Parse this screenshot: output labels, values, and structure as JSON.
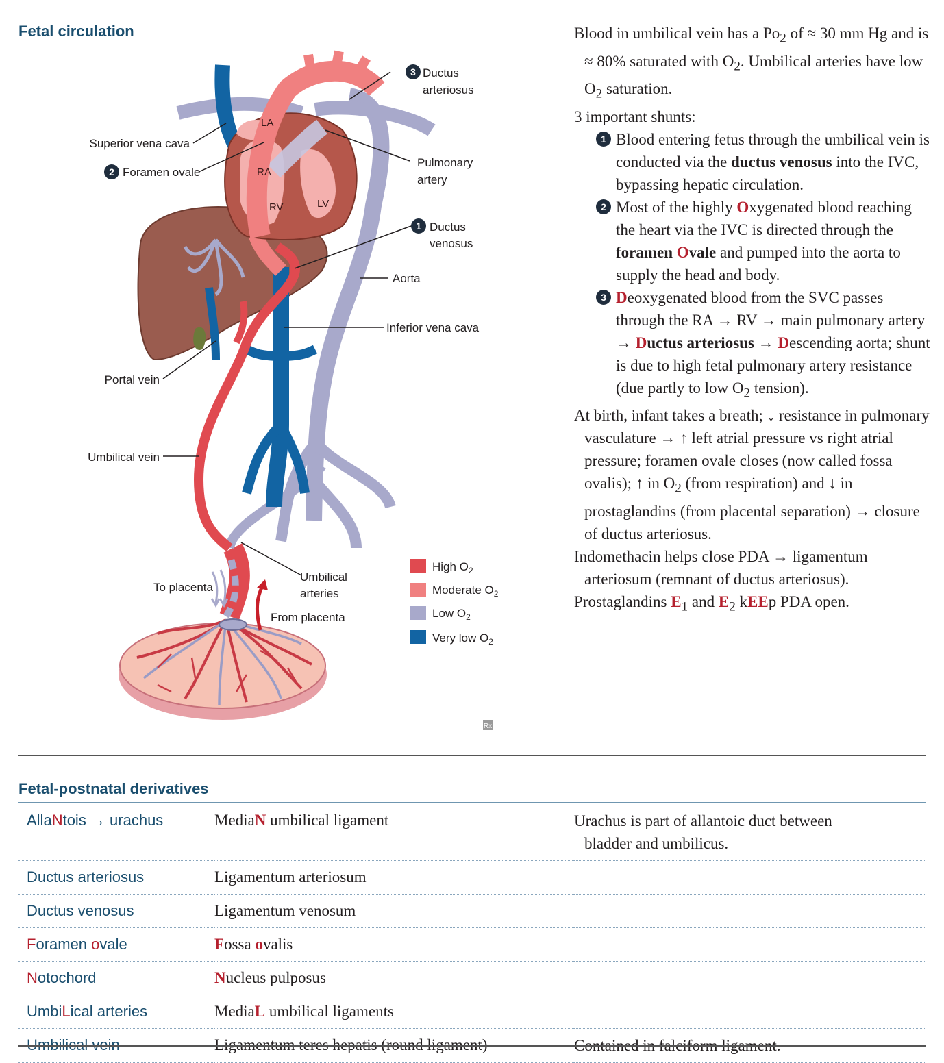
{
  "section1": {
    "title": "Fetal circulation"
  },
  "diagram": {
    "labels": {
      "svc": "Superior vena cava",
      "fo": "Foramen ovale",
      "fo_num": "2",
      "la": "LA",
      "ra": "RA",
      "rv": "RV",
      "lv": "LV",
      "da": [
        "Ductus",
        "arteriosus"
      ],
      "da_num": "3",
      "pa": [
        "Pulmonary",
        "artery"
      ],
      "dv": [
        "Ductus",
        "venosus"
      ],
      "dv_num": "1",
      "aorta": "Aorta",
      "ivc": "Inferior vena cava",
      "portal": "Portal vein",
      "umbvein": "Umbilical vein",
      "umbart": [
        "Umbilical",
        "arteries"
      ],
      "to_placenta": "To placenta",
      "from_placenta": "From placenta",
      "rx": "Rx"
    },
    "legend": [
      {
        "label": "High O",
        "sub": "2",
        "color": "#e04a50"
      },
      {
        "label": "Moderate O",
        "sub": "2",
        "color": "#f08080"
      },
      {
        "label": "Low O",
        "sub": "2",
        "color": "#a8a9cb"
      },
      {
        "label": "Very low O",
        "sub": "2",
        "color": "#1264a3"
      }
    ]
  },
  "notes": {
    "p1": [
      "Blood in umbilical vein has a Po",
      "2",
      " of ≈ 30 mm Hg and is ≈ 80% saturated with O",
      "2",
      ". Umbilical arteries have low O",
      "2",
      " saturation."
    ],
    "p2": "3 important shunts:",
    "s1": {
      "num": "1",
      "a": "Blood entering fetus through the umbilical vein is conducted via the ",
      "b": "ductus venosus",
      "c": " into the IVC, bypassing hepatic circulation."
    },
    "s2": {
      "num": "2",
      "a": "Most of the highly ",
      "o1": "O",
      "b": "xygenated blood reaching the heart via the IVC is directed through the ",
      "bold": "foramen ",
      "o2": "O",
      "bold2": "vale",
      "c": " and pumped into the aorta to supply the head and body."
    },
    "s3": {
      "num": "3",
      "d1": "D",
      "a": "eoxygenated blood from the SVC passes through the RA → RV → main pulmonary artery → ",
      "d2": "D",
      "b": "uctus arteriosus",
      "c": " → ",
      "d3": "D",
      "e": "escending aorta; shunt is due to high fetal pulmonary artery resistance (due partly to low O",
      "sub": "2",
      "f": " tension)."
    },
    "p3": [
      "At birth, infant takes a breath; ↓ resistance in pulmonary vasculature → ↑ left atrial pressure vs right atrial pressure; foramen ovale closes (now called fossa ovalis); ↑ in O",
      "2",
      " (from respiration) and ↓ in prostaglandins (from placental separation) → closure of ductus arteriosus."
    ],
    "p4": "Indomethacin helps close PDA → ligamentum arteriosum (remnant of ductus arteriosus).",
    "p5": {
      "a": "Prostaglandins ",
      "e1": "E",
      "s1": "1",
      "b": " and ",
      "e2": "E",
      "s2": "2",
      "c": " k",
      "ee": "EE",
      "d": "p PDA open."
    }
  },
  "section2": {
    "title": "Fetal-postnatal derivatives"
  },
  "derivatives": [
    {
      "f1": "Alla",
      "fr": "N",
      "f2": "tois → urachus",
      "p1": "Media",
      "pr": "N",
      "p2": " umbilical ligament",
      "note": [
        "Urachus is part of allantoic duct between",
        "bladder and umbilicus."
      ]
    },
    {
      "f1": "Ductus arteriosus",
      "p1": "Ligamentum arteriosum"
    },
    {
      "f1": "Ductus venosus",
      "p1": "Ligamentum venosum"
    },
    {
      "fr": "F",
      "f1": "oramen ",
      "fr2": "o",
      "f2": "vale",
      "pr": "F",
      "p1": "ossa ",
      "pr2": "o",
      "p2": "valis"
    },
    {
      "fr": "N",
      "f1": "otochord",
      "pr": "N",
      "p1": "ucleus pulposus"
    },
    {
      "f1": "UmbiL",
      "fr": "",
      "f2": "ical arteries",
      "p1": "Media",
      "pr": "L",
      "p2": " umbilical ligaments"
    },
    {
      "f1": "Umbilical vein",
      "p1": "Ligamentum teres hepatis (round ligament)",
      "note": [
        "Contained in falciform ligament."
      ]
    }
  ]
}
